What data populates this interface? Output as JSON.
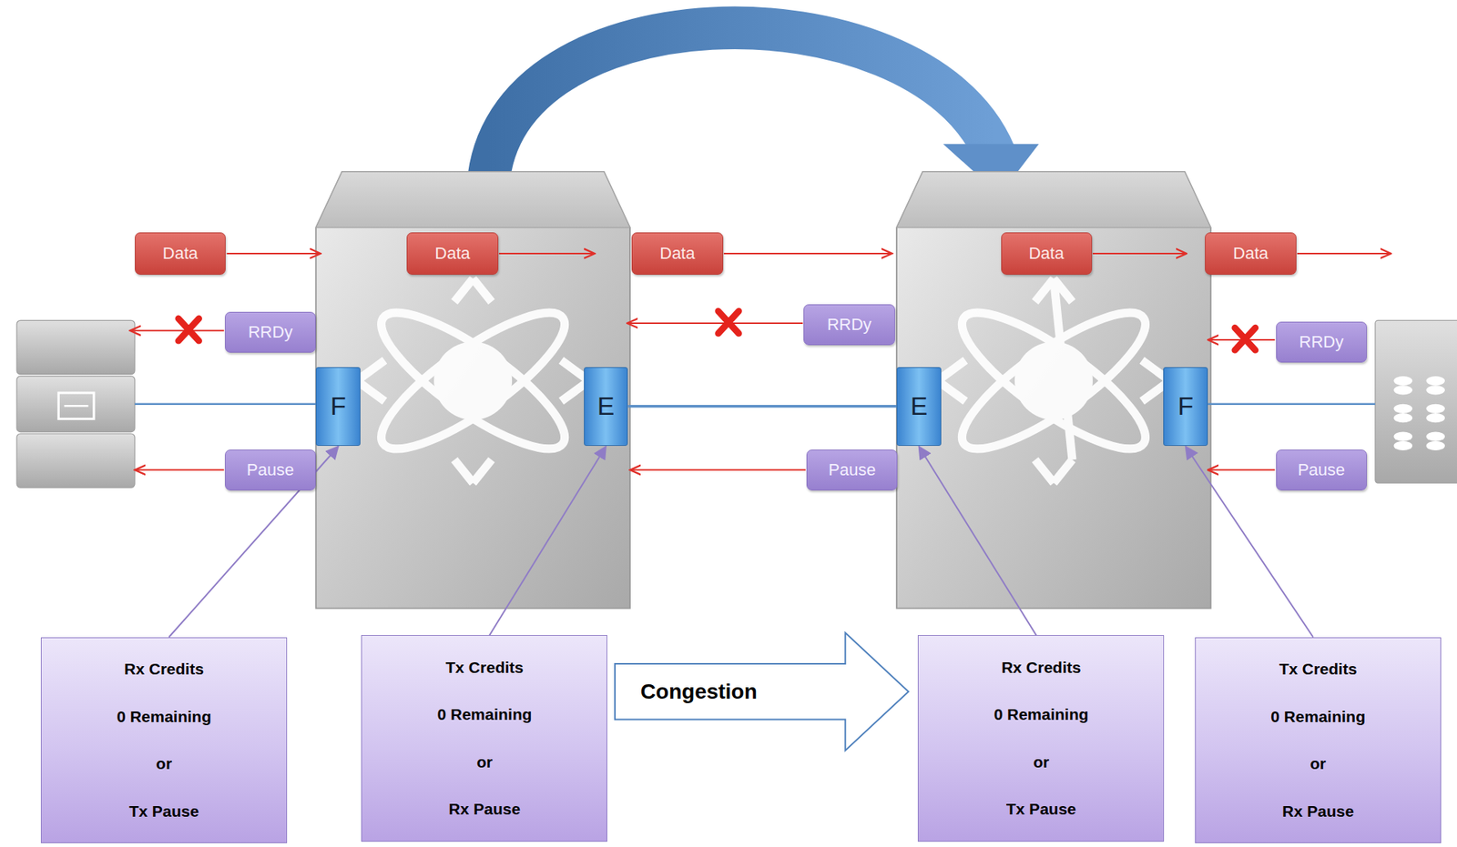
{
  "diagram": {
    "nodes": [
      {
        "text": [
          "Data"
        ]
      },
      {
        "text": [
          "Data"
        ]
      },
      {
        "text": [
          "Data"
        ]
      },
      {
        "text": [
          "Data"
        ]
      },
      {
        "text": [
          "Data"
        ]
      },
      {
        "text": [
          "RRDy"
        ]
      },
      {
        "text": [
          "RRDy"
        ]
      },
      {
        "text": [
          "RRDy"
        ]
      },
      {
        "text": [
          "F"
        ]
      },
      {
        "text": [
          "E"
        ]
      },
      {
        "text": [
          "E"
        ]
      },
      {
        "text": [
          "F"
        ]
      },
      {
        "text": [
          "Pause"
        ]
      },
      {
        "text": [
          "Pause"
        ]
      },
      {
        "text": [
          "Pause"
        ]
      },
      {
        "text": [
          "Rx Credits",
          "0 Remaining",
          "or",
          "Tx Pause"
        ]
      },
      {
        "text": [
          "Tx Credits",
          "0 Remaining",
          "or",
          "Rx Pause"
        ]
      },
      {
        "text": [
          "Congestion"
        ]
      },
      {
        "text": [
          "Rx Credits",
          "0 Remaining",
          "or",
          "Tx Pause"
        ]
      },
      {
        "text": [
          "Tx Credits",
          "0 Remaining",
          "or",
          "Rx Pause"
        ]
      }
    ],
    "edges": [
      {
        "from": 9,
        "to": 10,
        "arrow": "none"
      },
      {
        "from": 15,
        "to": 8,
        "arrow": "to"
      },
      {
        "from": 16,
        "to": 9,
        "arrow": "to"
      },
      {
        "from": 18,
        "to": 10,
        "arrow": "to"
      },
      {
        "from": 19,
        "to": 11,
        "arrow": "to"
      }
    ]
  }
}
